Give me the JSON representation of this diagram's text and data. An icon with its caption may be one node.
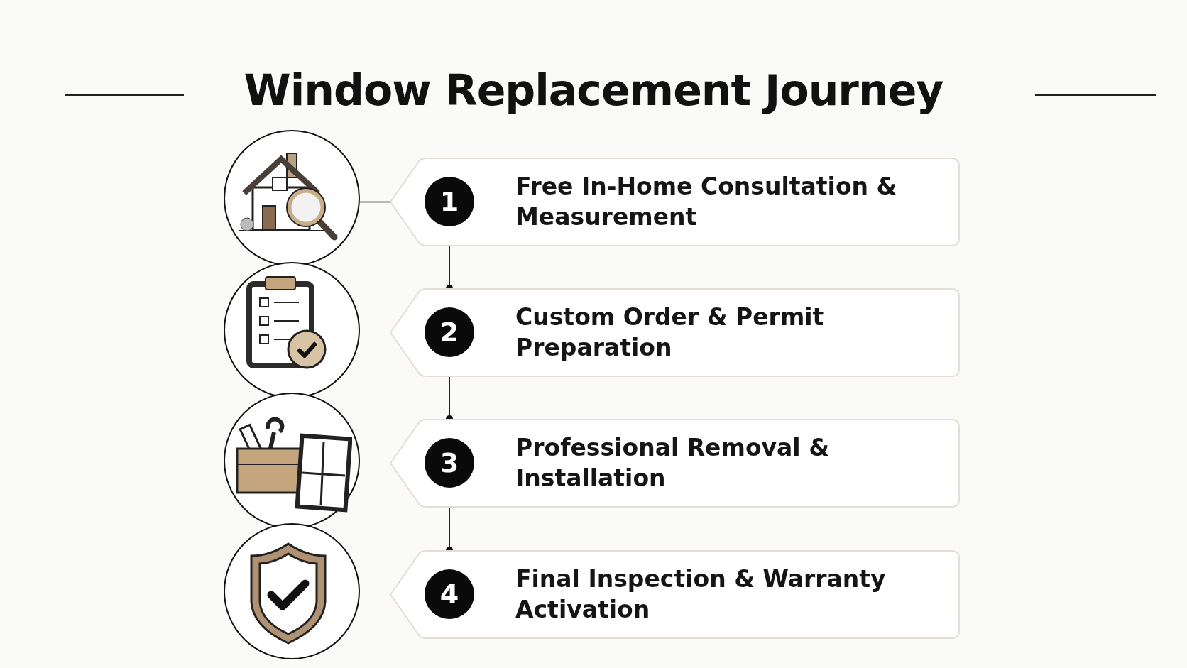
{
  "diagram": {
    "title": "Window Replacement Journey",
    "nodes": [
      {
        "text": [],
        "shape": "circle"
      },
      {
        "text": [],
        "shape": "circle"
      },
      {
        "text": [],
        "shape": "circle"
      },
      {
        "text": [],
        "shape": "circle"
      },
      {
        "text": [
          "1",
          "Free In-Home Consultation & Measurement"
        ]
      },
      {
        "text": [
          "2",
          "Custom Order & Permit Preparation"
        ]
      },
      {
        "text": [
          "3",
          "Professional Removal & Installation"
        ]
      },
      {
        "text": [
          "4",
          "Final Inspection & Warranty Activation"
        ]
      }
    ],
    "edges": [
      {
        "from": 0,
        "to": 4,
        "arrow": "none"
      },
      {
        "from": 4,
        "to": 5,
        "arrow": "other"
      },
      {
        "from": 5,
        "to": 6,
        "arrow": "other"
      },
      {
        "from": 6,
        "to": 7,
        "arrow": "other"
      }
    ]
  }
}
